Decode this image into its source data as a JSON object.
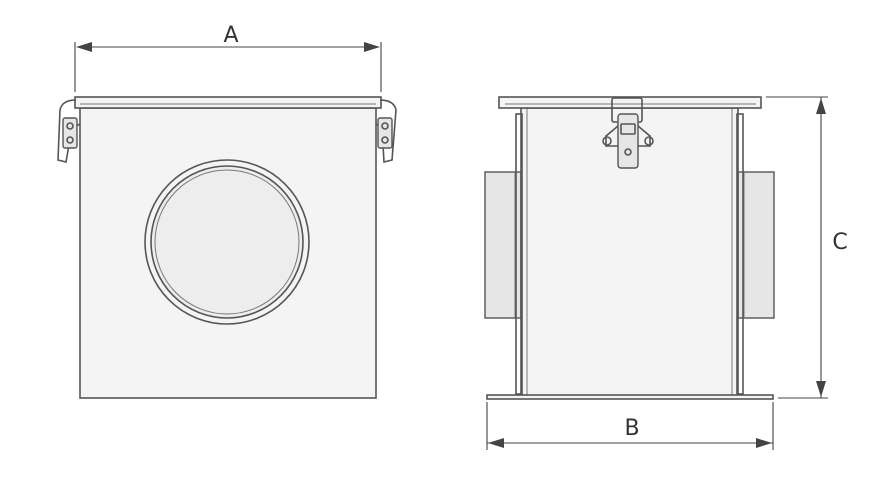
{
  "dimensions": {
    "a_label": "A",
    "b_label": "B",
    "c_label": "C"
  },
  "colors": {
    "line": "#555555",
    "panel_fill": "#f4f4f4",
    "background": "#ffffff"
  }
}
